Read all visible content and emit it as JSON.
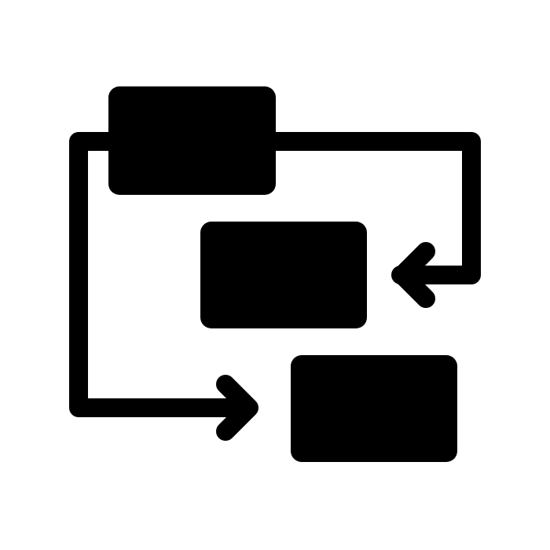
{
  "icon": {
    "name": "workflow-diagram-icon",
    "background_color": "#ffffff",
    "fill_color": "#000000",
    "boxes": [
      {
        "id": "source-box"
      },
      {
        "id": "middle-box"
      },
      {
        "id": "target-box"
      }
    ],
    "connectors": [
      {
        "id": "connector-right",
        "from": "source-box",
        "to": "middle-box",
        "arrowhead": "left"
      },
      {
        "id": "connector-left",
        "from": "source-box",
        "to": "target-box",
        "arrowhead": "right"
      }
    ]
  }
}
